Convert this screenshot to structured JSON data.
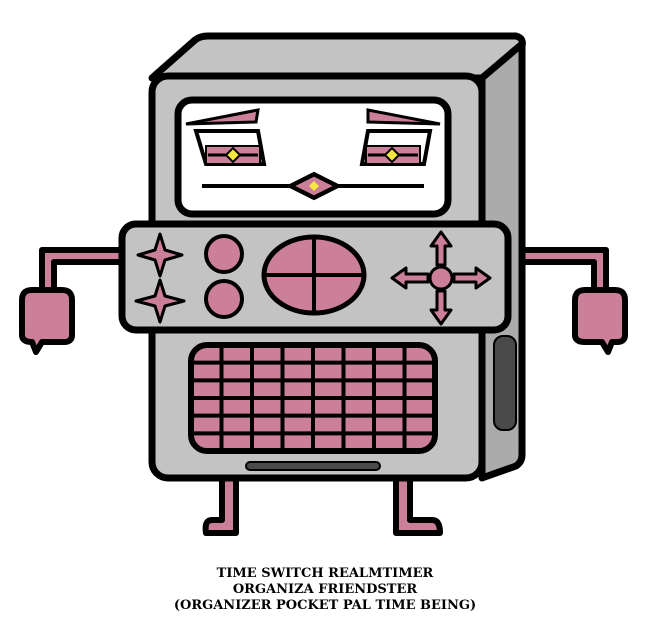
{
  "caption": {
    "line1": "TIME SWITCH REALMTIMER",
    "line2": "ORGANIZA FRIENDSTER",
    "line3": "(ORGANIZER POCKET PAL TIME BEING)"
  },
  "colors": {
    "pink": "#cc7f98",
    "body": "#c3c3c3",
    "side": "#ababab",
    "eye_gem": "#f5e642",
    "outline": "#000000"
  }
}
